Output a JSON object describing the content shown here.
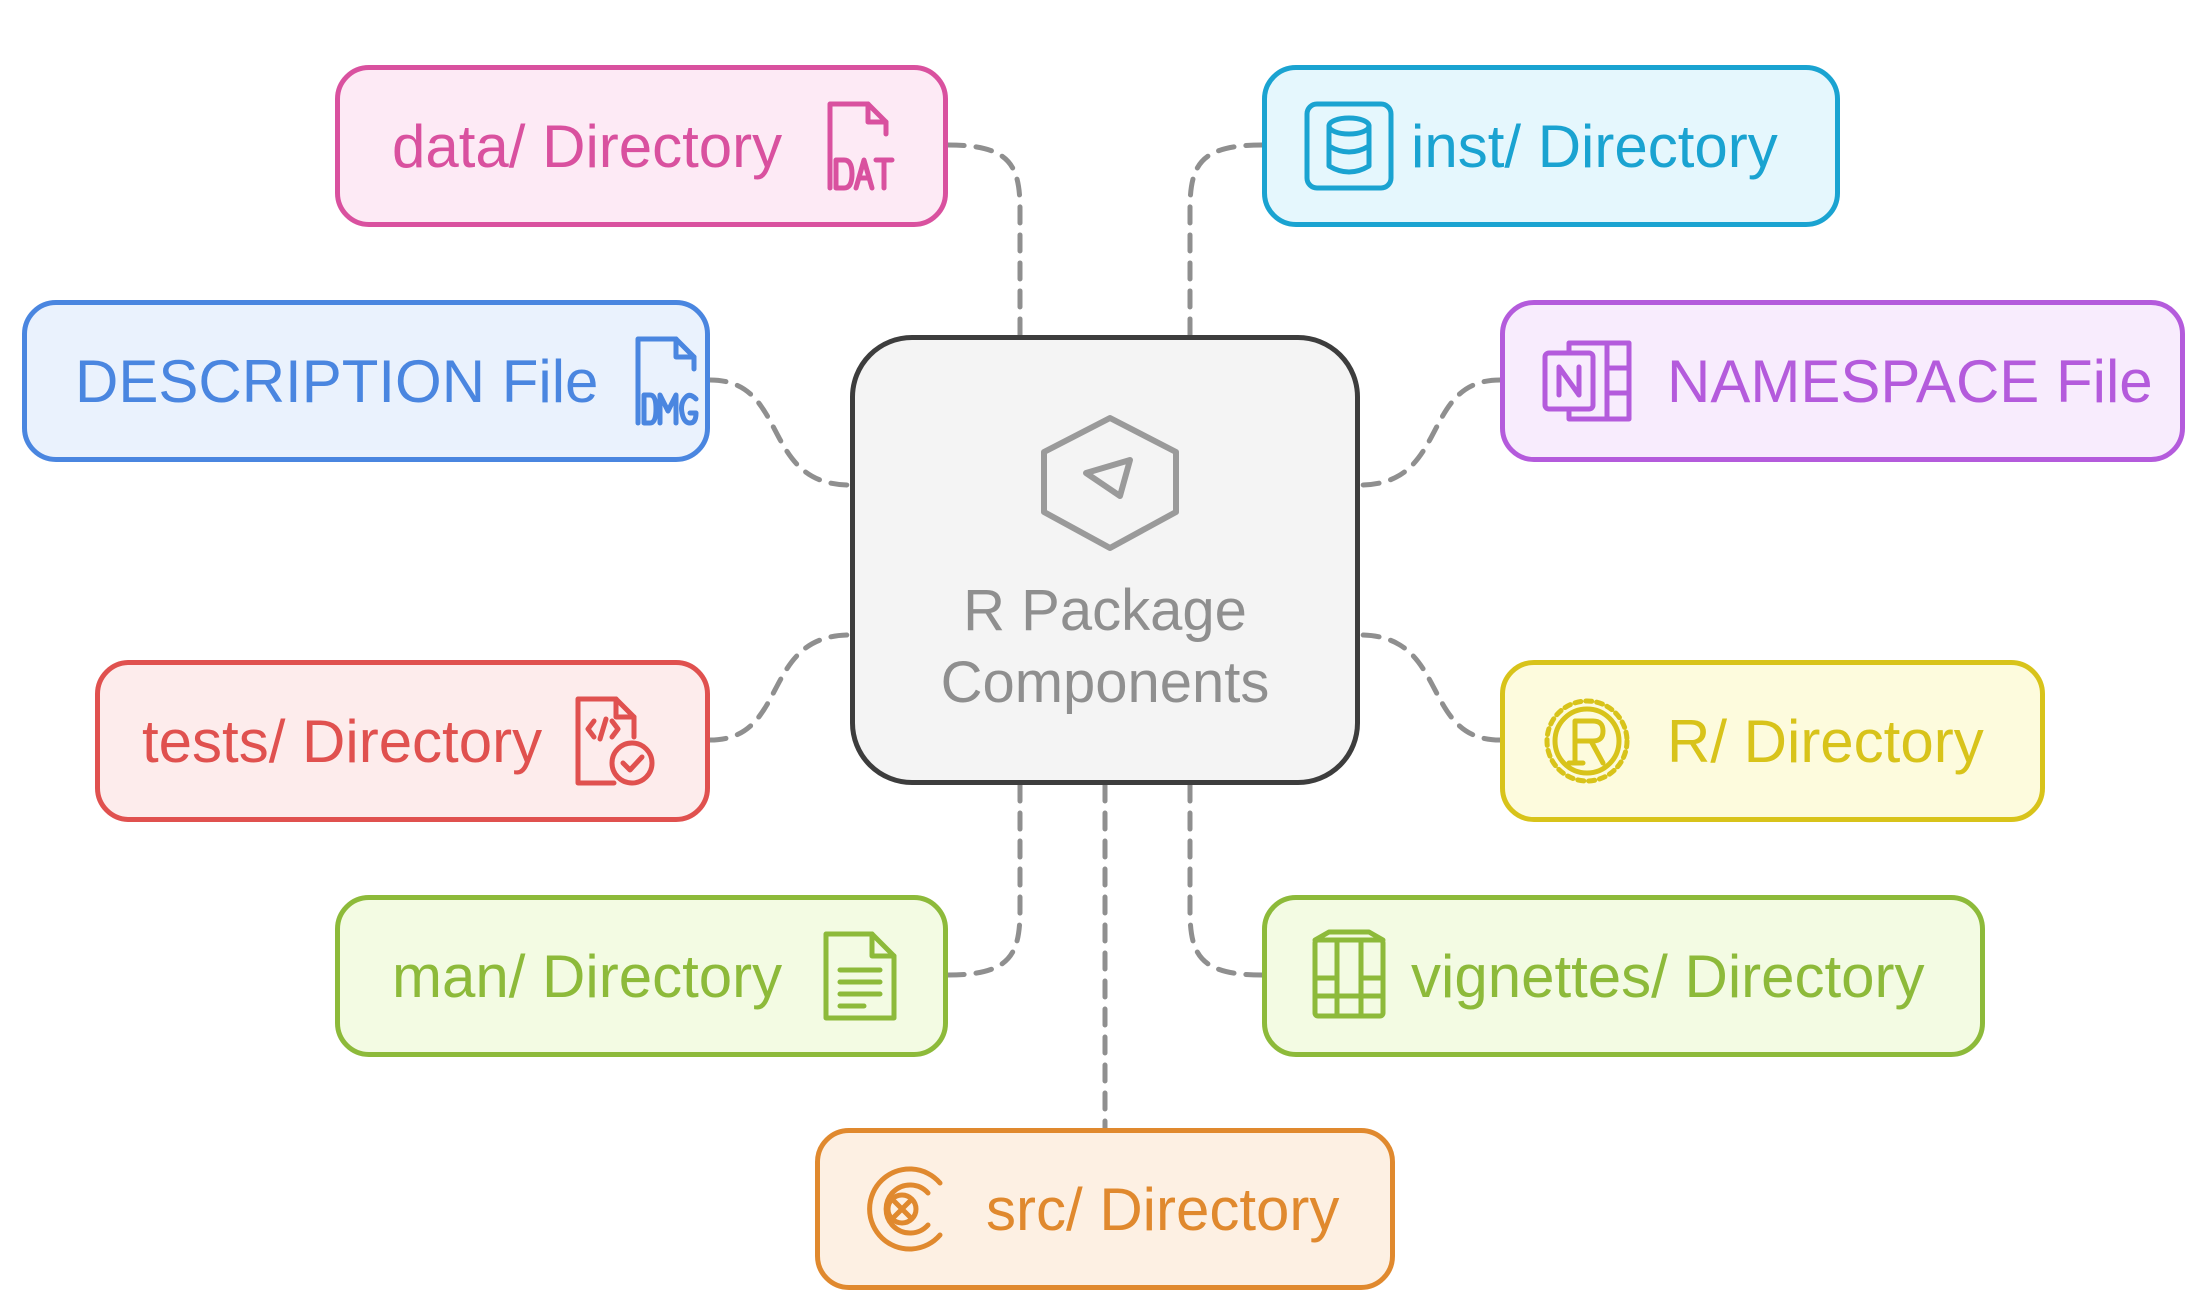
{
  "diagram": {
    "center": {
      "line1": "R Package",
      "line2": "Components",
      "icon": "hexagon-arrow-icon"
    },
    "nodes": [
      {
        "key": "data",
        "label": "data/ Directory",
        "icon": "dat-file-icon",
        "color": "#d9519f",
        "fill": "#fdeaf5"
      },
      {
        "key": "inst",
        "label": "inst/ Directory",
        "icon": "database-icon",
        "color": "#1aa3d1",
        "fill": "#e5f7fd"
      },
      {
        "key": "description",
        "label": "DESCRIPTION File",
        "icon": "dmg-file-icon",
        "color": "#4a86e0",
        "fill": "#eaf2fd"
      },
      {
        "key": "namespace",
        "label": "NAMESPACE File",
        "icon": "onenote-icon",
        "color": "#b45bdc",
        "fill": "#f8ecfd"
      },
      {
        "key": "tests",
        "label": "tests/ Directory",
        "icon": "code-check-file-icon",
        "color": "#e0514f",
        "fill": "#fdecec"
      },
      {
        "key": "r",
        "label": "R/ Directory",
        "icon": "rust-gear-icon",
        "color": "#d8c31a",
        "fill": "#fdfbdd"
      },
      {
        "key": "man",
        "label": "man/ Directory",
        "icon": "document-icon",
        "color": "#8dba3a",
        "fill": "#f3fbe3"
      },
      {
        "key": "vignettes",
        "label": "vignettes/ Directory",
        "icon": "columns-icon",
        "color": "#8dba3a",
        "fill": "#f3fbe3"
      },
      {
        "key": "src",
        "label": "src/ Directory",
        "icon": "c-plus-icon",
        "color": "#e0892e",
        "fill": "#fdf0e3"
      }
    ]
  }
}
